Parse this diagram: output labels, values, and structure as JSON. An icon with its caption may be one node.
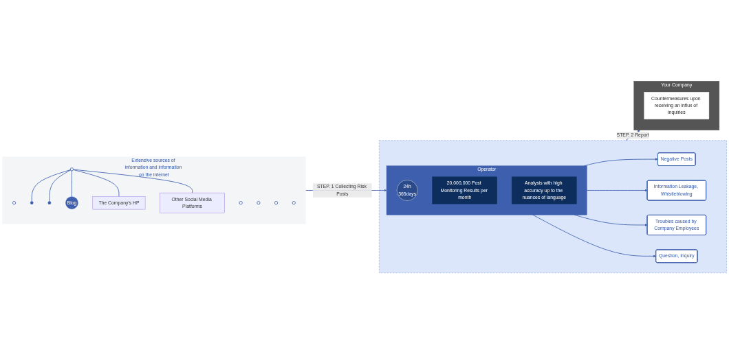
{
  "diagram": {
    "nodes": [
      {
        "text": [
          "Extensive sources of information and information on the internet"
        ]
      },
      {
        "text": [],
        "shape": "person",
        "in": 0
      },
      {
        "text": [],
        "shape": "circle",
        "in": 0
      },
      {
        "text": [],
        "shape": "person",
        "in": 0
      },
      {
        "text": [],
        "shape": "circle",
        "in": 0
      },
      {
        "text": [],
        "shape": "person",
        "in": 0
      },
      {
        "text": [
          "Blog"
        ],
        "in": 0
      },
      {
        "text": [],
        "shape": "person",
        "in": 0
      },
      {
        "text": [],
        "shape": "person",
        "in": 0
      },
      {
        "text": [
          "The Company's HP"
        ],
        "in": 0
      },
      {
        "text": [
          "Other Social Media Platforms"
        ],
        "in": 0
      },
      {
        "text": [],
        "shape": "person",
        "in": 0
      },
      {
        "text": [],
        "shape": "box"
      },
      {
        "text": [
          "Operator"
        ],
        "in": 12
      },
      {
        "text": [
          "24h",
          "365days"
        ],
        "in": 13
      },
      {
        "text": [
          "20,000,000 Post Monitoring Results per month"
        ],
        "in": 13
      },
      {
        "text": [
          "Analysis with high accuracy up to the nuances of language"
        ],
        "in": 13
      },
      {
        "text": [
          "Negative Posts"
        ],
        "in": 12
      },
      {
        "text": [
          "Information Leakage, Whistleblowing"
        ],
        "in": 12
      },
      {
        "text": [
          "Troubles caused by Company Employees"
        ],
        "in": 12
      },
      {
        "text": [
          "Question, Inquiry"
        ],
        "in": 12
      },
      {
        "text": [
          "Your Company"
        ]
      },
      {
        "text": [
          "Countermeasures upon receiving an influx of inquiries"
        ],
        "in": 21
      }
    ],
    "edges": [
      {
        "from": 5,
        "to": 2,
        "arrow": "none"
      },
      {
        "from": 5,
        "to": 4,
        "arrow": "none"
      },
      {
        "from": 5,
        "to": 6,
        "arrow": "none"
      },
      {
        "from": 5,
        "to": 9,
        "arrow": "none"
      },
      {
        "from": 5,
        "to": 10,
        "arrow": "none"
      },
      {
        "from": 0,
        "to": 13,
        "arrow": "to",
        "label": "STEP. 1 Collecting Risk Posts"
      },
      {
        "from": 13,
        "to": 17,
        "arrow": "to"
      },
      {
        "from": 13,
        "to": 18,
        "arrow": "to"
      },
      {
        "from": 13,
        "to": 19,
        "arrow": "to"
      },
      {
        "from": 13,
        "to": 20,
        "arrow": "to"
      },
      {
        "from": 12,
        "to": 21,
        "arrow": "to",
        "label": "STEP. 2 Report"
      }
    ]
  }
}
